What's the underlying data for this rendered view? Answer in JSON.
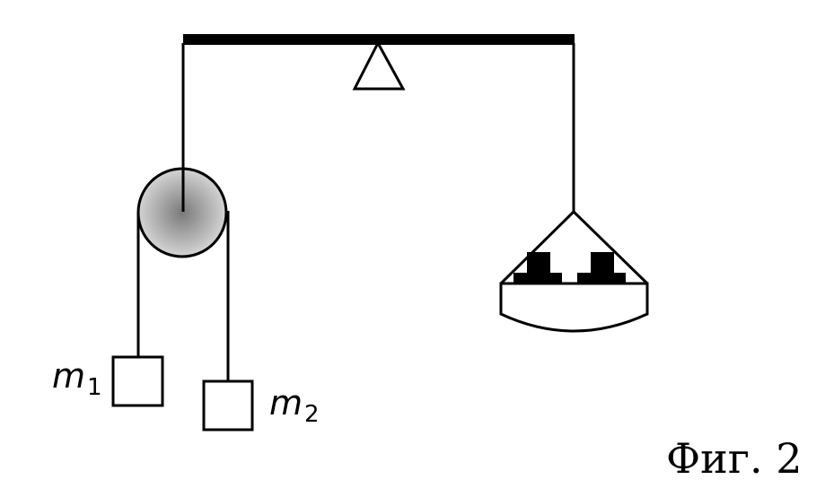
{
  "labels": {
    "m1_main": "m",
    "m1_sub": "1",
    "m2_main": "m",
    "m2_sub": "2",
    "caption": "Фиг. 2"
  },
  "colors": {
    "ink": "#000000",
    "pulley_center": "#7a7a7a",
    "pulley_edge": "#d4d4d4"
  }
}
